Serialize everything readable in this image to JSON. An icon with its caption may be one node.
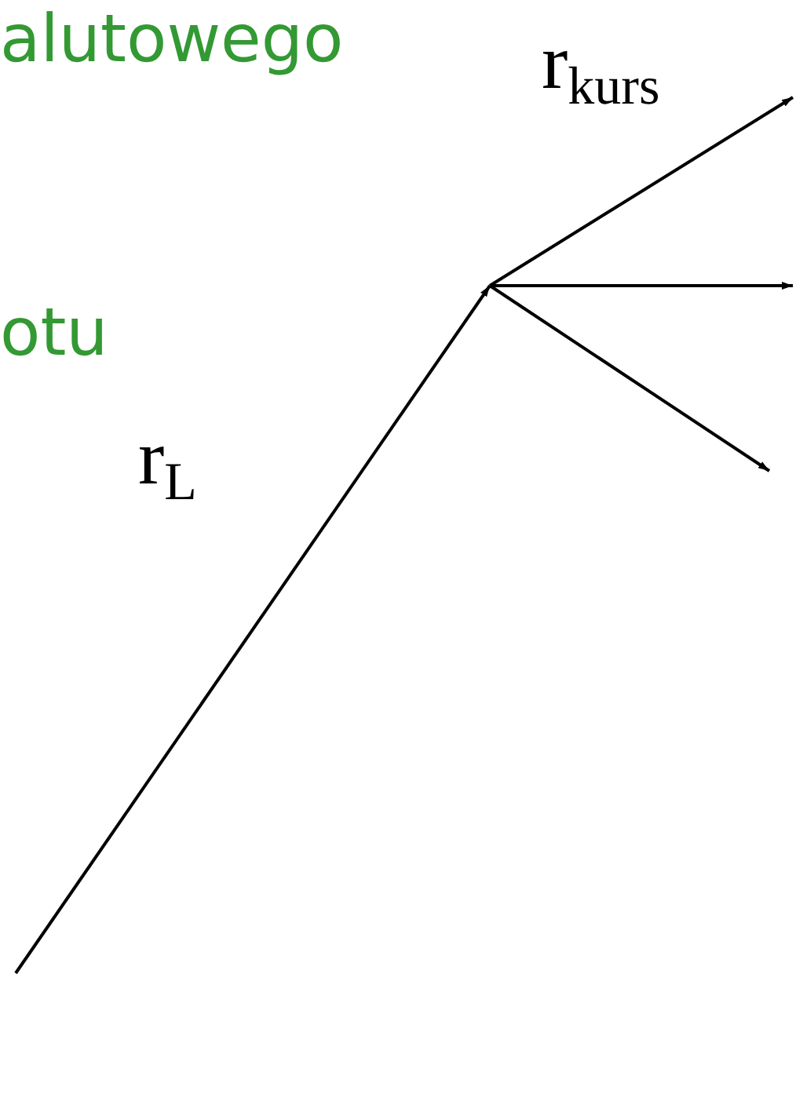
{
  "diagram": {
    "labels": [
      "alutowego",
      "otu",
      "r$_{kurs}$",
      "r$_{L}$"
    ]
  }
}
